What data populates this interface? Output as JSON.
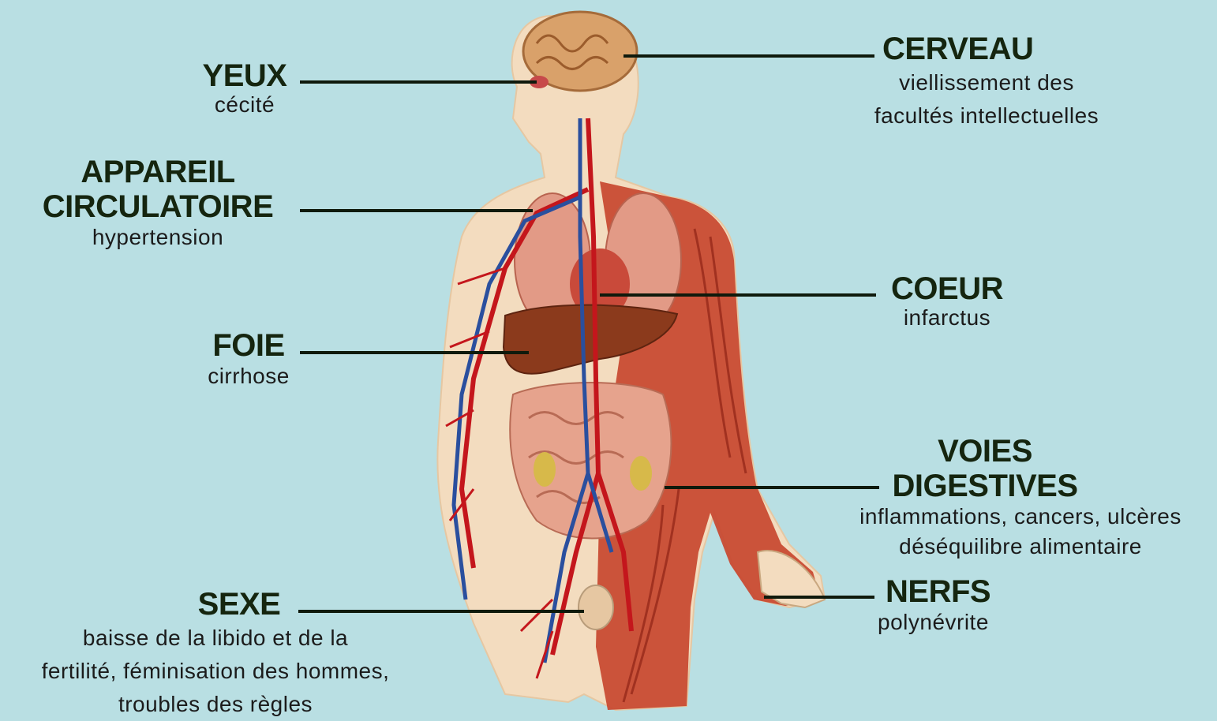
{
  "labels": {
    "yeux": {
      "title": "YEUX",
      "desc": "cécité"
    },
    "appareil_circulatoire": {
      "title_line1": "APPAREIL",
      "title_line2": "CIRCULATOIRE",
      "desc": "hypertension"
    },
    "foie": {
      "title": "FOIE",
      "desc": "cirrhose"
    },
    "sexe": {
      "title": "SEXE",
      "desc_line1": "baisse de la libido et de la",
      "desc_line2": "fertilité, féminisation des hommes,",
      "desc_line3": "troubles des règles"
    },
    "cerveau": {
      "title": "CERVEAU",
      "desc_line1": "viellissement des",
      "desc_line2": "facultés intellectuelles"
    },
    "coeur": {
      "title": "COEUR",
      "desc": "infarctus"
    },
    "voies_digestives": {
      "title_line1": "VOIES",
      "title_line2": "DIGESTIVES",
      "desc_line1": "inflammations, cancers, ulcères",
      "desc_line2": "déséquilibre alimentaire"
    },
    "nerfs": {
      "title": "NERFS",
      "desc": "polynévrite"
    }
  },
  "colors": {
    "background": "#b9dfe3",
    "skin": "#f4d9b6",
    "muscle": "#c8412a",
    "artery": "#c4161c",
    "vein": "#2a4f9e",
    "liver": "#8b3a1c",
    "brain": "#d9a16a",
    "leader_line": "#0f1a0c"
  }
}
